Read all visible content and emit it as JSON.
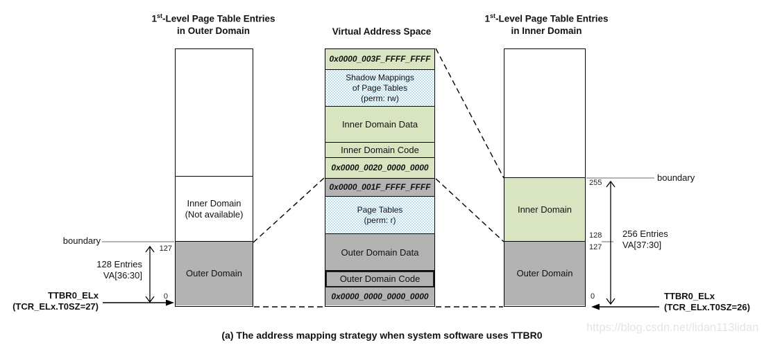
{
  "titles": {
    "left_num": "1",
    "left_sup": "st",
    "left_rest": "-Level Page Table Entries",
    "left_line2": "in Outer Domain",
    "center": "Virtual Address Space",
    "right_num": "1",
    "right_sup": "st",
    "right_rest": "-Level Page Table Entries",
    "right_line2": "in Inner Domain"
  },
  "outer_table": {
    "inner_line1": "Inner Domain",
    "inner_line2": "(Not available)",
    "outer_label": "Outer Domain",
    "tick_top": "127",
    "tick_bottom": "0",
    "boundary_label": "boundary",
    "entries_line1": "128 Entries",
    "entries_line2": "VA[36:30]",
    "ttbr_line1": "TTBR0_ELx",
    "ttbr_line2": "(TCR_ELx.T0SZ=27)"
  },
  "va_space": {
    "segments": [
      {
        "text": "0x0000_003F_FFFF_FFFF"
      },
      {
        "line1": "Shadow Mappings",
        "line2": "of Page Tables",
        "line3": "(perm: rw)"
      },
      {
        "text": "Inner Domain Data"
      },
      {
        "text": "Inner Domain Code"
      },
      {
        "text": "0x0000_0020_0000_0000"
      },
      {
        "text": "0x0000_001F_FFFF_FFFF"
      },
      {
        "line1": "Page Tables",
        "line2": "(perm: r)"
      },
      {
        "text": "Outer Domain Data"
      },
      {
        "text": "Outer Domain Code"
      },
      {
        "text": "0x0000_0000_0000_0000"
      }
    ]
  },
  "inner_table": {
    "inner_label": "Inner Domain",
    "outer_label": "Outer Domain",
    "tick_255": "255",
    "tick_128": "128",
    "tick_127": "127",
    "tick_0": "0",
    "boundary_label": "boundary",
    "entries_line1": "256 Entries",
    "entries_line2": "VA[37:30]",
    "ttbr_line1": "TTBR0_ELx",
    "ttbr_line2": "(TCR_ELx.T0SZ=26)"
  },
  "caption": "(a) The address mapping strategy when system software uses TTBR0",
  "watermark": "https://blog.csdn.net/lidan113lidan",
  "colors": {
    "green": "#d9e5c1",
    "gray": "#b3b3b3",
    "hatch_blue": "#b9e0f0",
    "boundary_line": "#9a9a9a"
  }
}
